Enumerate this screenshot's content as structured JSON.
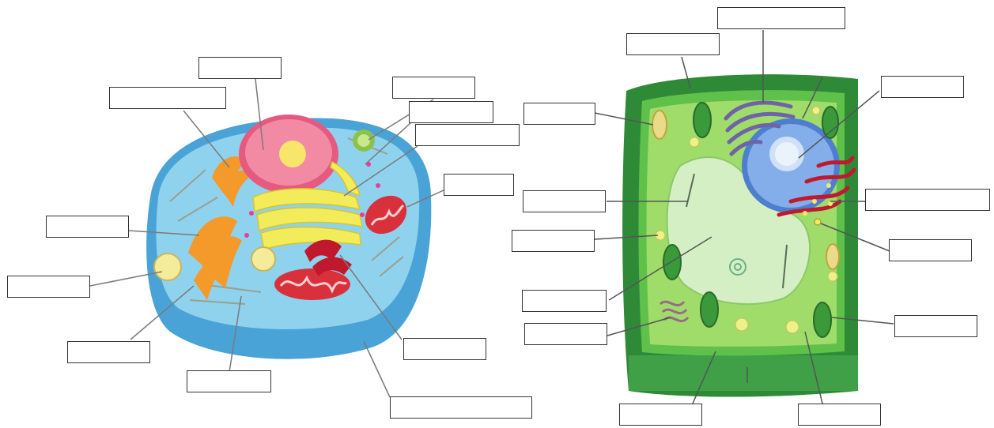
{
  "diagram": {
    "animal_cell": {
      "label_boxes": [
        {
          "id": "a1",
          "text": ""
        },
        {
          "id": "a2",
          "text": ""
        },
        {
          "id": "a3",
          "text": ""
        },
        {
          "id": "a4",
          "text": ""
        },
        {
          "id": "a5",
          "text": ""
        },
        {
          "id": "a6",
          "text": ""
        },
        {
          "id": "a7",
          "text": ""
        },
        {
          "id": "a8",
          "text": ""
        },
        {
          "id": "a9",
          "text": ""
        },
        {
          "id": "a10",
          "text": ""
        },
        {
          "id": "a11",
          "text": ""
        },
        {
          "id": "a12",
          "text": ""
        }
      ]
    },
    "plant_cell": {
      "label_boxes": [
        {
          "id": "p1",
          "text": ""
        },
        {
          "id": "p2",
          "text": ""
        },
        {
          "id": "p3",
          "text": ""
        },
        {
          "id": "p4",
          "text": ""
        },
        {
          "id": "p5",
          "text": ""
        },
        {
          "id": "p6",
          "text": ""
        },
        {
          "id": "p7",
          "text": ""
        },
        {
          "id": "p8",
          "text": ""
        },
        {
          "id": "p9",
          "text": ""
        },
        {
          "id": "p10",
          "text": ""
        },
        {
          "id": "p11",
          "text": ""
        },
        {
          "id": "p12",
          "text": ""
        },
        {
          "id": "p13",
          "text": ""
        }
      ]
    },
    "colors": {
      "cytoplasm_animal": "#7cc7e8",
      "membrane_animal": "#4aa3d6",
      "nucleus_animal": "#f06a8a",
      "nucleolus_animal": "#f7e66a",
      "golgi": "#f2ec5a",
      "er_orange": "#f39a2a",
      "mitochondria": "#d9313c",
      "cell_wall": "#2f9a3a",
      "cytoplasm_plant": "#9fdc6a",
      "vacuole": "#d5efc4",
      "nucleus_plant": "#6f9fe0",
      "chloroplast": "#3aa33a"
    }
  }
}
